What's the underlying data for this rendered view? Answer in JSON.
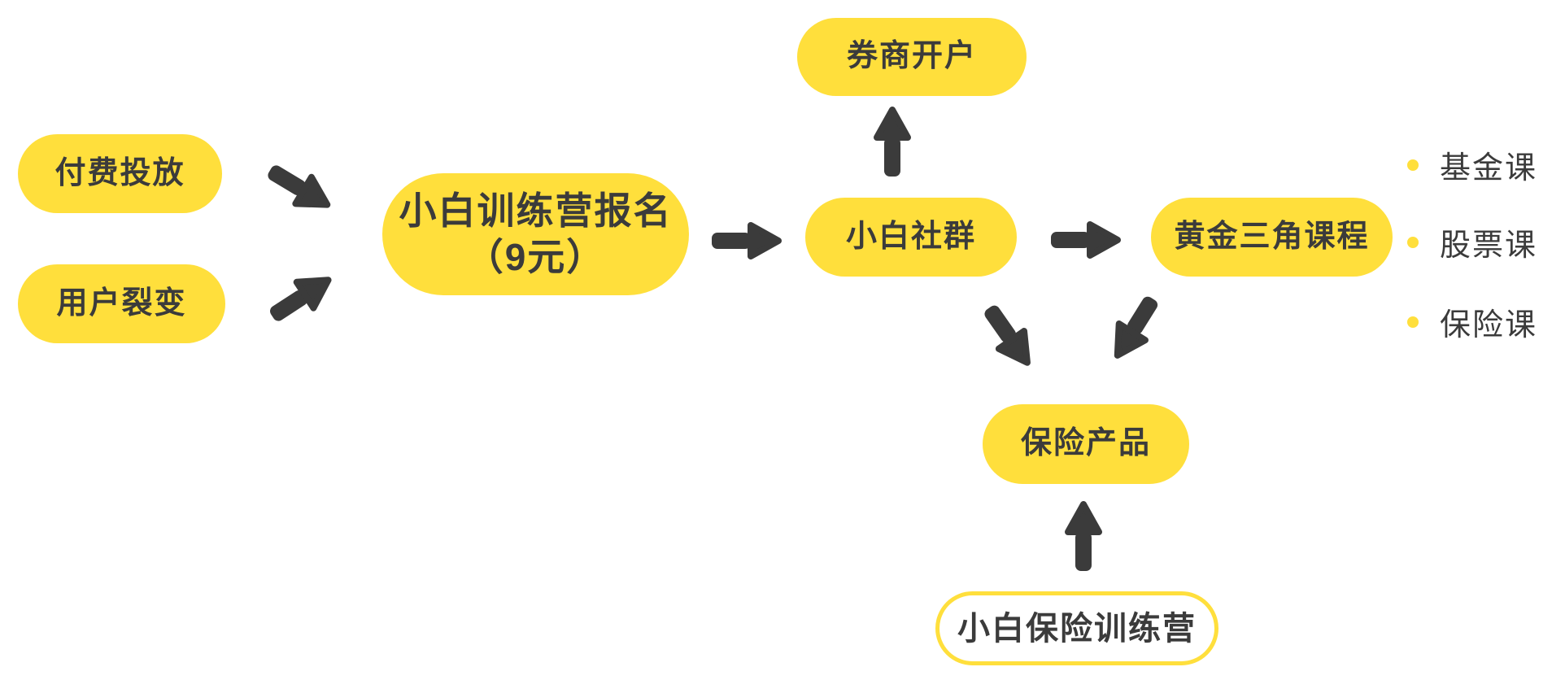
{
  "diagram": {
    "nodes": {
      "paid_placement": {
        "label": "付费投放"
      },
      "user_fission": {
        "label": "用户裂变"
      },
      "camp_signup": {
        "label_line1": "小白训练营报名",
        "label_line2": "（9元）"
      },
      "broker_account": {
        "label": "券商开户"
      },
      "community": {
        "label": "小白社群"
      },
      "golden_triangle": {
        "label": "黄金三角课程"
      },
      "insurance_products": {
        "label": "保险产品"
      },
      "insurance_camp": {
        "label": "小白保险训练营"
      }
    },
    "course_list": {
      "items": [
        {
          "label": "基金课"
        },
        {
          "label": "股票课"
        },
        {
          "label": "保险课"
        }
      ]
    },
    "edges": [
      {
        "from": "paid_placement",
        "to": "camp_signup"
      },
      {
        "from": "user_fission",
        "to": "camp_signup"
      },
      {
        "from": "camp_signup",
        "to": "community"
      },
      {
        "from": "community",
        "to": "broker_account"
      },
      {
        "from": "community",
        "to": "golden_triangle"
      },
      {
        "from": "community",
        "to": "insurance_products"
      },
      {
        "from": "golden_triangle",
        "to": "insurance_products"
      },
      {
        "from": "insurance_camp",
        "to": "insurance_products"
      }
    ],
    "colors": {
      "node_fill": "#FFDF3C",
      "text": "#3B3B3B",
      "arrow": "#3B3B3B",
      "background": "#FFFFFF"
    }
  }
}
